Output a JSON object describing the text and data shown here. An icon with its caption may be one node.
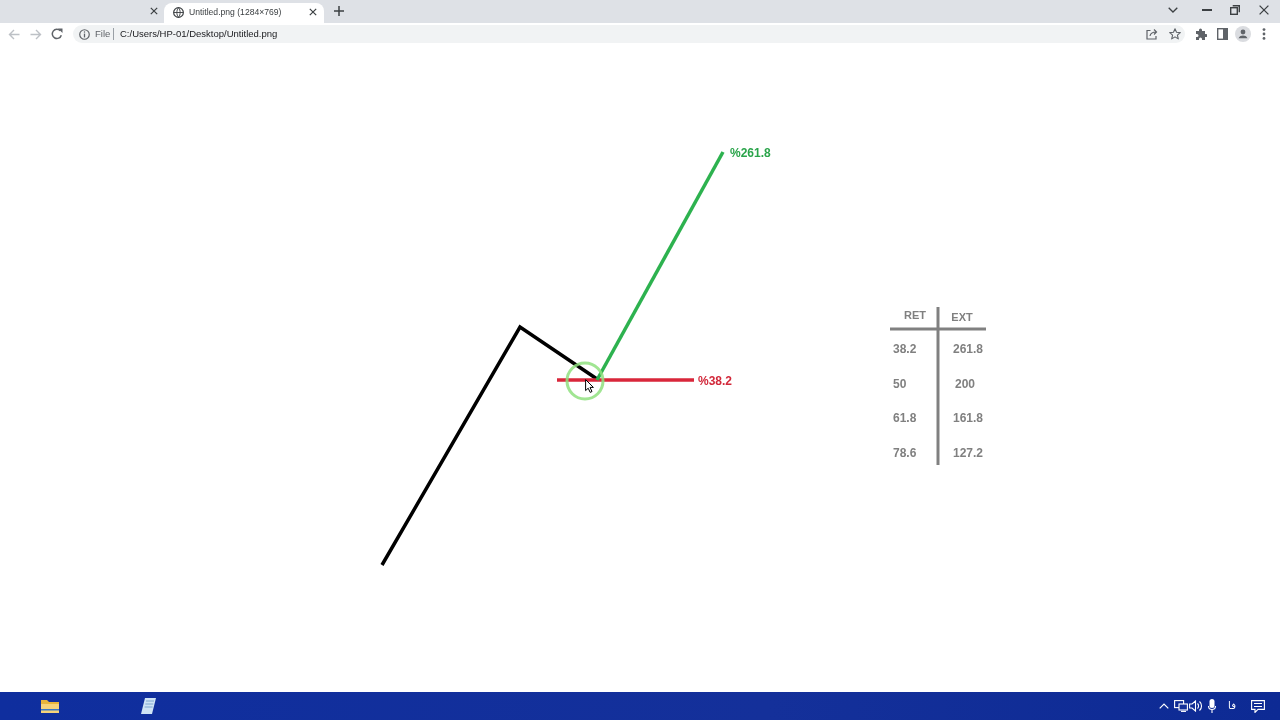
{
  "diagram": {
    "labels": [
      "Untitled.png (1284×769)",
      "File",
      "C:/Users/HP-01/Desktop/Untitled.png",
      "%261.8",
      "%38.2",
      "RET",
      "EXT",
      "38.2",
      "261.8",
      "50",
      "200",
      "61.8",
      "161.8",
      "78.6",
      "127.2",
      "فا"
    ]
  }
}
